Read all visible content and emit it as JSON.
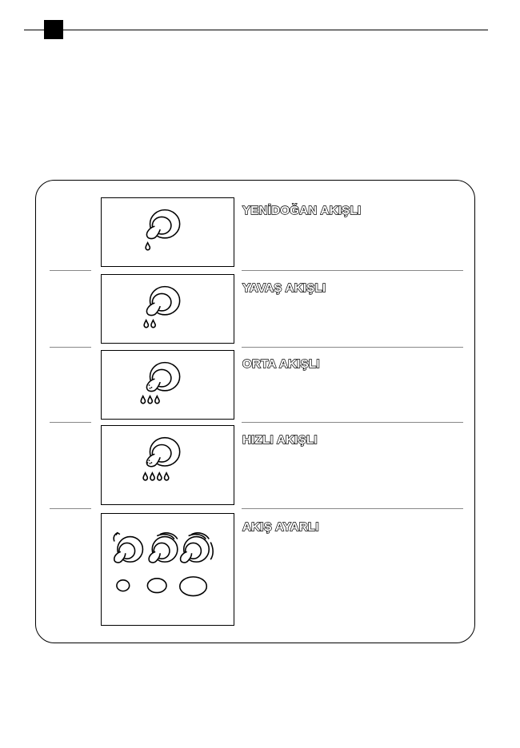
{
  "flow_types": [
    {
      "label": "YENİDOĞAN AKIŞLI",
      "drops": 1,
      "icon": "nipple-one-drop-icon"
    },
    {
      "label": "YAVAŞ AKIŞLI",
      "drops": 2,
      "icon": "nipple-two-drops-icon"
    },
    {
      "label": "ORTA AKIŞLI",
      "drops": 3,
      "icon": "nipple-three-drops-icon"
    },
    {
      "label": "HIZLI AKIŞLI",
      "drops": 4,
      "icon": "nipple-four-drops-icon"
    },
    {
      "label": "AKIŞ AYARLI",
      "drops": 0,
      "icon": "adjustable-flow-nipples-icon"
    }
  ]
}
